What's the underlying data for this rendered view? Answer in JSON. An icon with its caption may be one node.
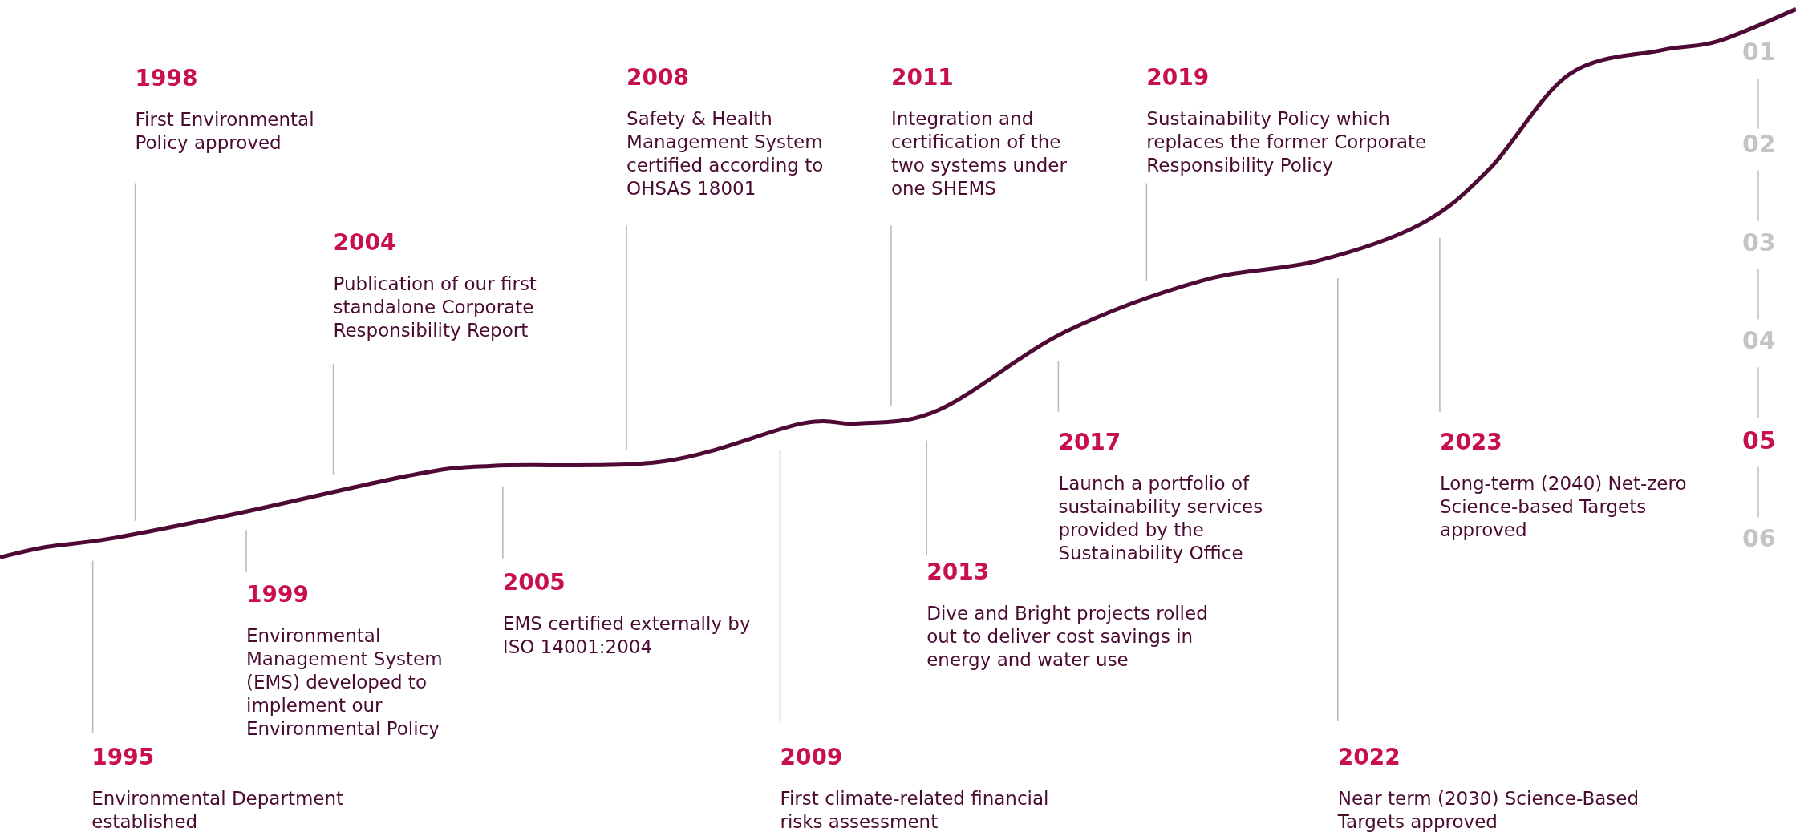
{
  "diagram": {
    "nodes": [
      {
        "text": [
          "1995",
          "Environmental Department established"
        ]
      },
      {
        "text": [
          "1998",
          "First Environmental Policy approved"
        ]
      },
      {
        "text": [
          "1999",
          "Environmental Management System (EMS) developed to implement our Environmental Policy"
        ]
      },
      {
        "text": [
          "2004",
          "Publication of our first standalone Corporate Responsibility Report"
        ]
      },
      {
        "text": [
          "2005",
          "EMS certified externally by ISO 14001:2004"
        ]
      },
      {
        "text": [
          "2008",
          "Safety & Health Management System certified according to OHSAS 18001"
        ]
      },
      {
        "text": [
          "2009",
          "First climate-related financial risks assessment"
        ]
      },
      {
        "text": [
          "2011",
          "Integration and certification of the two systems under one SHEMS"
        ]
      },
      {
        "text": [
          "2013",
          "Dive and Bright projects rolled out to deliver cost savings in energy and water use"
        ]
      },
      {
        "text": [
          "2017",
          "Launch a portfolio of sustainability services provided by the Sustainability Office"
        ]
      },
      {
        "text": [
          "2019",
          "Sustainability Policy which replaces the former Corporate Responsibility Policy"
        ]
      },
      {
        "text": [
          "2022",
          "Near term (2030) Science-Based Targets approved"
        ]
      },
      {
        "text": [
          "2023",
          "Long-term (2040) Net-zero Science-based Targets approved"
        ]
      }
    ],
    "edges": [
      {
        "from": 0,
        "to": null,
        "arrow": "none"
      },
      {
        "from": 1,
        "to": null,
        "arrow": "none"
      },
      {
        "from": 2,
        "to": null,
        "arrow": "none"
      },
      {
        "from": 3,
        "to": null,
        "arrow": "none"
      },
      {
        "from": 4,
        "to": null,
        "arrow": "none"
      },
      {
        "from": 5,
        "to": null,
        "arrow": "none"
      },
      {
        "from": 6,
        "to": null,
        "arrow": "none"
      },
      {
        "from": 7,
        "to": null,
        "arrow": "none"
      },
      {
        "from": 8,
        "to": null,
        "arrow": "none"
      },
      {
        "from": 9,
        "to": null,
        "arrow": "none"
      },
      {
        "from": 10,
        "to": null,
        "arrow": "none"
      },
      {
        "from": 11,
        "to": null,
        "arrow": "none"
      },
      {
        "from": 12,
        "to": null,
        "arrow": "none"
      }
    ],
    "labels": [
      "01",
      "02",
      "03",
      "04",
      "05",
      "06"
    ]
  }
}
